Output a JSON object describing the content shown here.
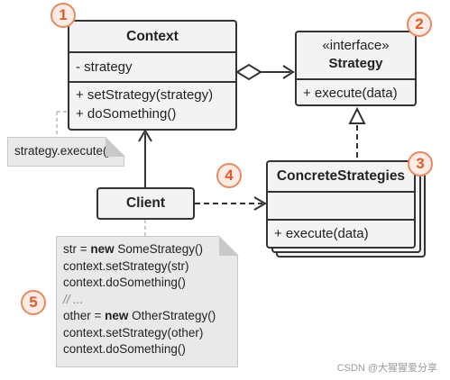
{
  "context": {
    "title": "Context",
    "field": "- strategy",
    "methods": [
      "+ setStrategy(strategy)",
      "+ doSomething()"
    ]
  },
  "strategy": {
    "stereotype": "«interface»",
    "title": "Strategy",
    "method": "+ execute(data)"
  },
  "concrete": {
    "title": "ConcreteStrategies",
    "method": "+ execute(data)"
  },
  "client": {
    "title": "Client"
  },
  "note_strategy": {
    "text": "strategy.execute()"
  },
  "note_client": {
    "lines": [
      {
        "pre": "str = ",
        "kw": "new",
        "post": " SomeStrategy()"
      },
      {
        "pre": "context.setStrategy(str)",
        "kw": "",
        "post": ""
      },
      {
        "pre": "context.doSomething()",
        "kw": "",
        "post": ""
      },
      {
        "comment": "// ..."
      },
      {
        "pre": "other = ",
        "kw": "new",
        "post": " OtherStrategy()"
      },
      {
        "pre": "context.setStrategy(other)",
        "kw": "",
        "post": ""
      },
      {
        "pre": "context.doSomething()",
        "kw": "",
        "post": ""
      }
    ]
  },
  "badges": [
    "1",
    "2",
    "3",
    "4",
    "5"
  ],
  "watermark": "CSDN @大猩猩爱分享",
  "colors": {
    "badge_fill": "#fdece6",
    "badge_stroke": "#e8895f",
    "badge_text": "#e05a2b",
    "box_fill": "#f3f3f3",
    "note_fill": "#e9e9e9"
  }
}
